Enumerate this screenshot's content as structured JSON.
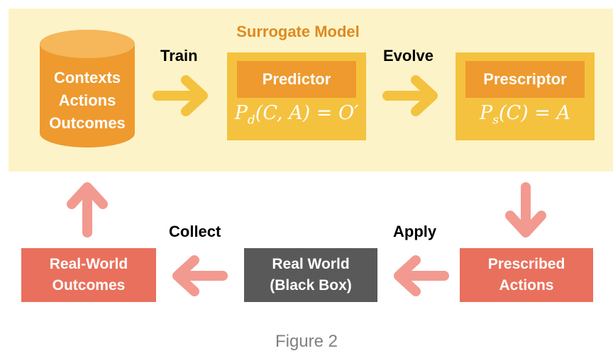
{
  "surrogate": {
    "title": "Surrogate Model",
    "database_lines": [
      "Contexts",
      "Actions",
      "Outcomes"
    ],
    "train_label": "Train",
    "evolve_label": "Evolve",
    "predictor": {
      "label": "Predictor",
      "formula_main": "P",
      "formula_sub": "d",
      "formula_rest": "(C, A) = O′"
    },
    "prescriptor": {
      "label": "Prescriptor",
      "formula_main": "P",
      "formula_sub": "s",
      "formula_rest": "(C) = A"
    }
  },
  "loop": {
    "collect_label": "Collect",
    "apply_label": "Apply",
    "outcomes_lines": [
      "Real-World",
      "Outcomes"
    ],
    "real_world_lines": [
      "Real World",
      "(Black Box)"
    ],
    "prescribed_lines": [
      "Prescribed",
      "Actions"
    ]
  },
  "caption": "Figure 2",
  "colors": {
    "panel_background": "#fcf4c8",
    "title_orange": "#de8a22",
    "database_orange": "#ee9a2f",
    "box_yellow": "#f4c23f",
    "arrow_yellow": "#f4c23f",
    "salmon_arrow": "#f29a90",
    "red_box": "#e9705c",
    "dark_box": "#595959"
  },
  "icons": [
    "database-cylinder",
    "arrow-right",
    "arrow-down",
    "arrow-left",
    "arrow-up"
  ]
}
